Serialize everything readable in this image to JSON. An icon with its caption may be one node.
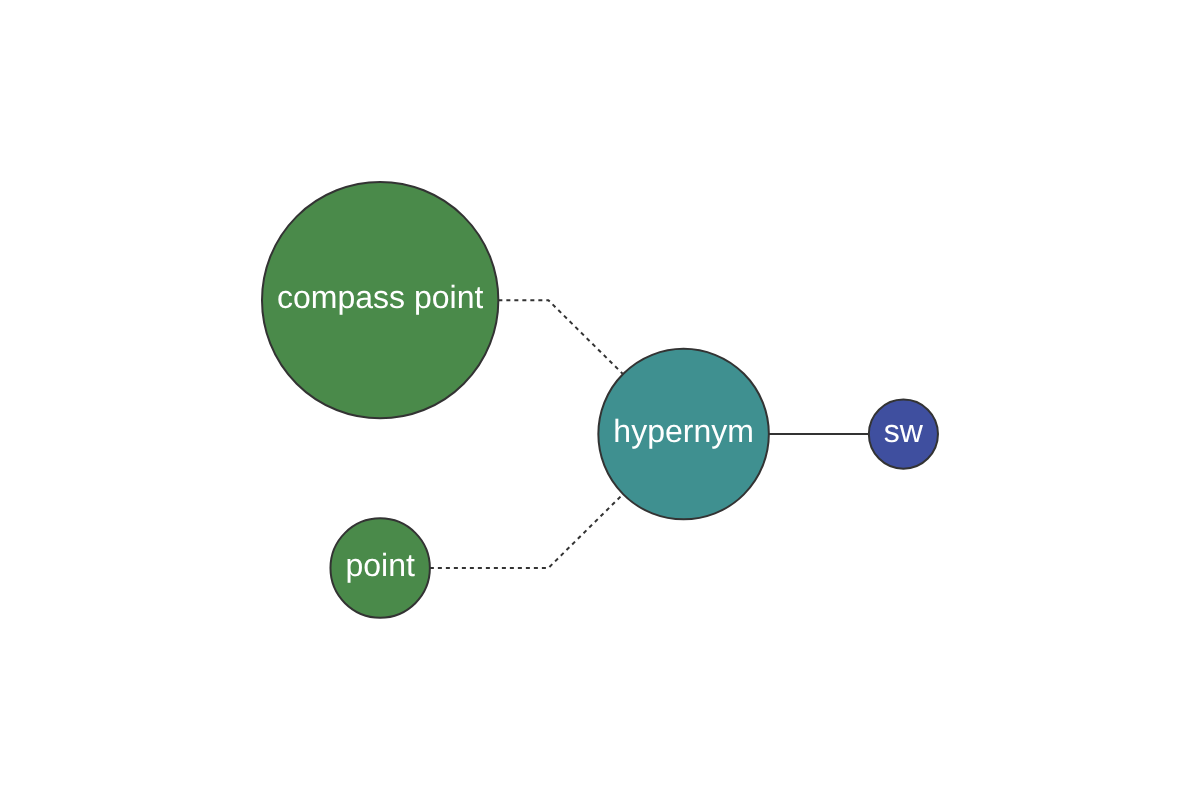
{
  "diagram": {
    "nodes": [
      {
        "text": [
          "compass point"
        ]
      },
      {
        "text": [
          "hypernym"
        ]
      },
      {
        "text": [
          "sw"
        ]
      },
      {
        "text": [
          "point"
        ]
      }
    ],
    "edges": [
      {
        "from": 0,
        "to": 1,
        "arrow": "none",
        "style": "dashed"
      },
      {
        "from": 3,
        "to": 1,
        "arrow": "none",
        "style": "dashed"
      },
      {
        "from": 1,
        "to": 2,
        "arrow": "none"
      }
    ]
  }
}
